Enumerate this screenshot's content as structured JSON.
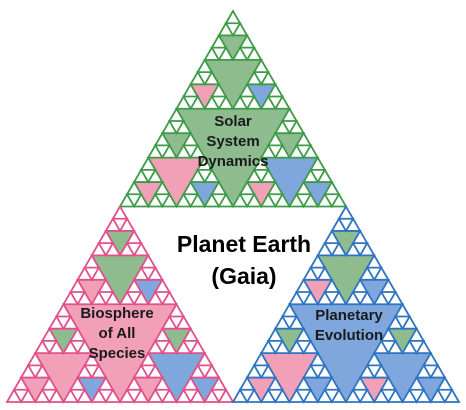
{
  "title_line1": "Planet Earth",
  "title_line2": "(Gaia)",
  "sections": {
    "top": {
      "label_lines": [
        "Solar",
        "System",
        "Dynamics"
      ],
      "outline_color": "#3e9b48",
      "center_fill": "#8fbc8f"
    },
    "left": {
      "label_lines": [
        "Biosphere",
        "of All",
        "Species"
      ],
      "outline_color": "#e0508a",
      "center_fill": "#f2a0b8"
    },
    "right": {
      "label_lines": [
        "Planetary",
        "Evolution"
      ],
      "outline_color": "#2f74c0",
      "center_fill": "#7fa7dd"
    }
  },
  "colors": {
    "green": "#8fbc8f",
    "pink": "#f2a0b8",
    "blue": "#7fa7dd",
    "label_text": "#1a1a1a"
  }
}
